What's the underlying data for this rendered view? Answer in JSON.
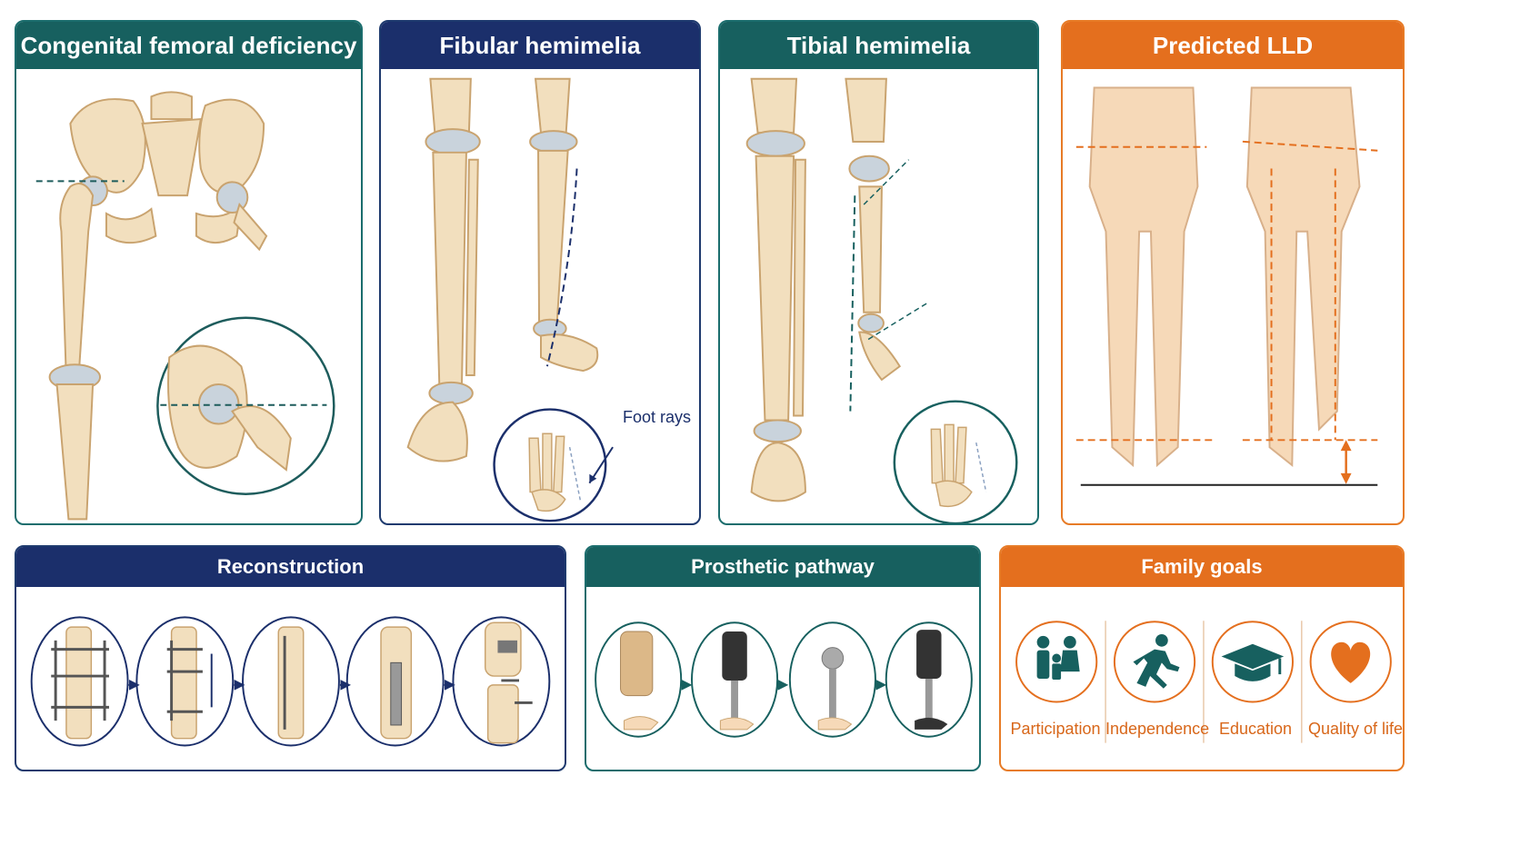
{
  "top_panels": [
    {
      "title": "Congenital femoral deficiency"
    },
    {
      "title": "Fibular hemimelia",
      "callout": "Foot rays"
    },
    {
      "title": "Tibial hemimelia"
    },
    {
      "title": "Predicted LLD"
    }
  ],
  "bottom_panels": [
    {
      "title": "Reconstruction"
    },
    {
      "title": "Prosthetic pathway"
    },
    {
      "title": "Family goals"
    }
  ],
  "family_goals": [
    "Participation",
    "Independence",
    "Education",
    "Quality of life"
  ],
  "colors": {
    "navy": "#1b2f6b",
    "teal": "#17605f",
    "orange": "#e46f1e",
    "bone": "#f2dfbe",
    "bone_edge": "#c9a36f",
    "cartilage": "#c9d3dc",
    "skin": "#f6d9b8"
  },
  "icons": [
    "family-icon",
    "running-person-icon",
    "graduation-cap-icon",
    "heart-icon"
  ]
}
